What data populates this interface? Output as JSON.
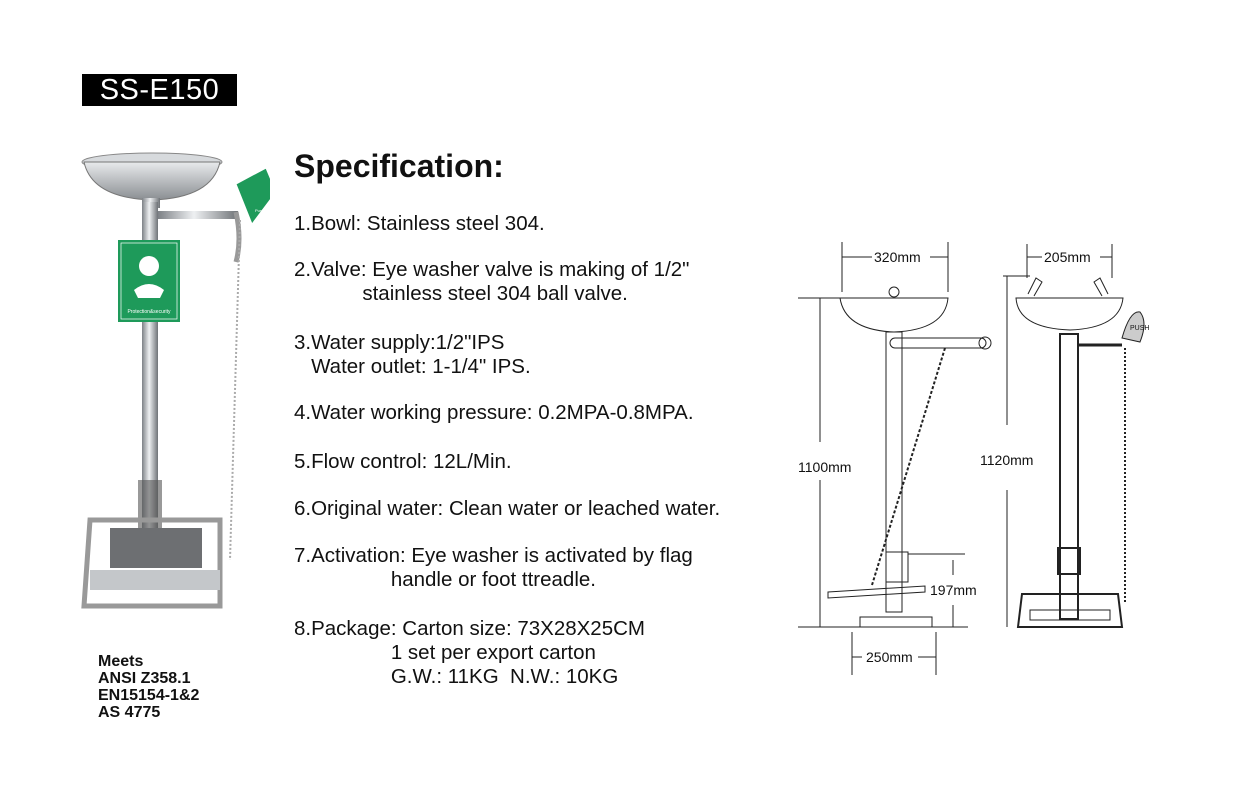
{
  "model": "SS-E150",
  "spec_title": "Specification:",
  "specs": [
    {
      "lines": [
        "1.Bowl: Stainless steel 304."
      ]
    },
    {
      "lines": [
        "2.Valve: Eye washer valve is making of 1/2\"",
        "            stainless steel 304 ball valve."
      ]
    },
    {
      "lines": [
        "3.Water supply:1/2\"IPS",
        "   Water outlet: 1-1/4\" IPS."
      ]
    },
    {
      "lines": [
        "4.Water working pressure: 0.2MPA-0.8MPA."
      ]
    },
    {
      "lines": [
        "5.Flow control: 12L/Min."
      ]
    },
    {
      "lines": [
        "6.Original water: Clean water or leached water."
      ]
    },
    {
      "lines": [
        "7.Activation: Eye washer is activated by flag",
        "                 handle or foot ttreadle."
      ]
    },
    {
      "lines": [
        "8.Package: Carton size: 73X28X25CM",
        "                 1 set per export carton",
        "                 G.W.: 11KG  N.W.: 10KG"
      ]
    }
  ],
  "meets": [
    "Meets",
    "ANSI Z358.1",
    "EN15154-1&2",
    "AS 4775"
  ],
  "photo": {
    "sign_text": "Protection&security",
    "flag_text": "Push"
  },
  "dimensions": {
    "bowl_width": "320mm",
    "nozzle_spacing": "205mm",
    "height_side": "1100mm",
    "height_front": "1120mm",
    "pedal_height": "197mm",
    "base_width": "250mm",
    "push_label": "PUSH"
  },
  "colors": {
    "sign_green": "#1e9a5a",
    "steel": "#b8bcc0"
  }
}
